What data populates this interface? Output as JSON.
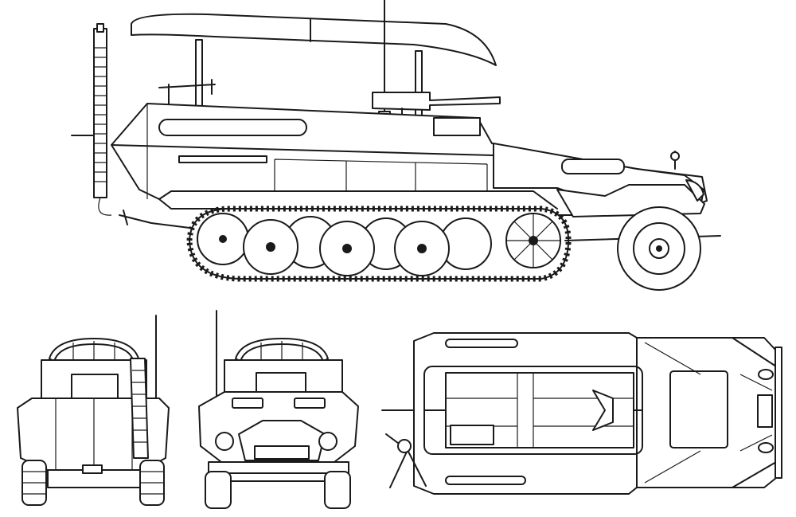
{
  "drawing": {
    "views": [
      {
        "id": "side",
        "name": "side-view"
      },
      {
        "id": "rear",
        "name": "rear-view"
      },
      {
        "id": "front",
        "name": "front-view"
      },
      {
        "id": "top",
        "name": "top-view"
      }
    ],
    "colors": {
      "line": "#1a1a1a",
      "background": "#ffffff"
    }
  }
}
